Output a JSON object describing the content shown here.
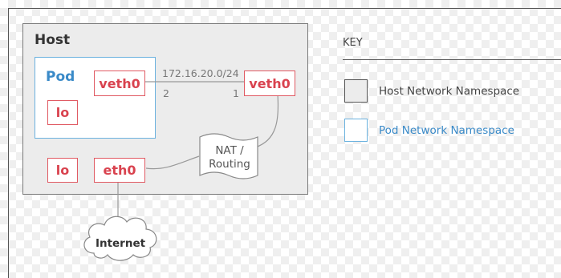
{
  "diagram": {
    "host_title": "Host",
    "pod_title": "Pod",
    "pod_veth": "veth0",
    "pod_lo": "lo",
    "host_veth": "veth0",
    "host_lo": "lo",
    "host_eth": "eth0",
    "subnet": "172.16.20.0/24",
    "pod_port": "2",
    "host_port": "1",
    "nat_line1": "NAT /",
    "nat_line2": "Routing",
    "internet": "Internet"
  },
  "key": {
    "title": "KEY",
    "host_label": "Host Network Namespace",
    "pod_label": "Pod Network Namespace"
  },
  "colors": {
    "host_fill": "#ececec",
    "pod_border": "#6bb2df",
    "interface_red": "#d9434f",
    "pod_text_blue": "#3a8ac8"
  }
}
